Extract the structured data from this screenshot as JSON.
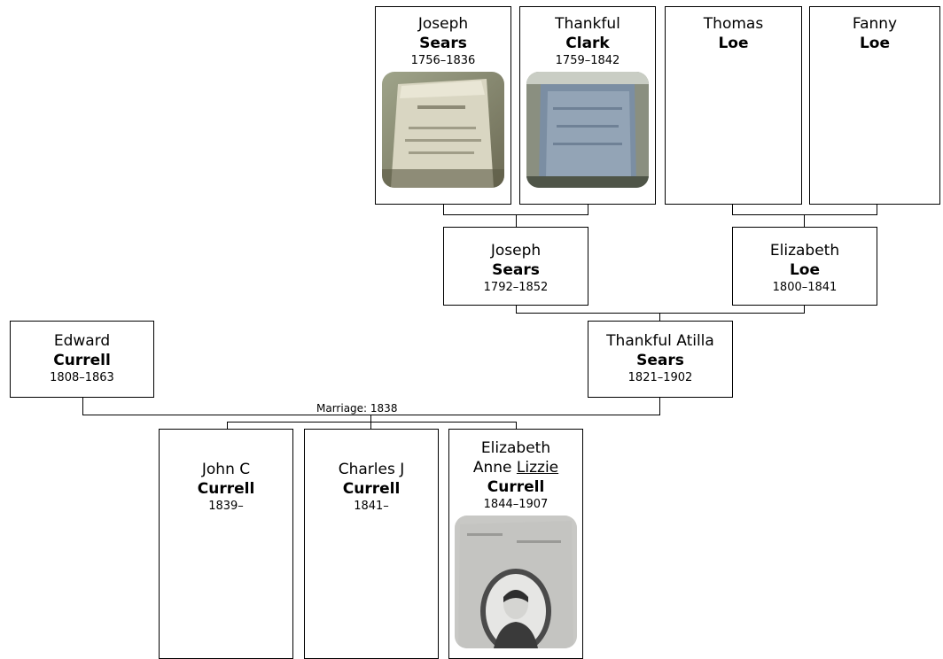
{
  "people": {
    "joseph_sears_1756": {
      "given": "Joseph",
      "surname": "Sears",
      "years": "1756–1836"
    },
    "thankful_clark": {
      "given": "Thankful",
      "surname": "Clark",
      "years": "1759–1842"
    },
    "thomas_loe": {
      "given": "Thomas",
      "surname": "Loe",
      "years": ""
    },
    "fanny_loe": {
      "given": "Fanny",
      "surname": "Loe",
      "years": ""
    },
    "joseph_sears_1792": {
      "given": "Joseph",
      "surname": "Sears",
      "years": "1792–1852"
    },
    "elizabeth_loe": {
      "given": "Elizabeth",
      "surname": "Loe",
      "years": "1800–1841"
    },
    "edward_currell": {
      "given": "Edward",
      "surname": "Currell",
      "years": "1808–1863"
    },
    "thankful_atilla_sears": {
      "given": "Thankful Atilla",
      "surname": "Sears",
      "years": "1821–1902"
    },
    "john_c_currell": {
      "given": "John C",
      "surname": "Currell",
      "years": "1839–"
    },
    "charles_j_currell": {
      "given": "Charles J",
      "surname": "Currell",
      "years": "1841–"
    },
    "elizabeth_anne_currell": {
      "given_line1": "Elizabeth",
      "given_line2": "Anne",
      "nickname": "Lizzie",
      "surname": "Currell",
      "years": "1844–1907"
    }
  },
  "marriage_label": "Marriage: 1838",
  "colors": {
    "border": "#000000",
    "background": "#ffffff"
  }
}
